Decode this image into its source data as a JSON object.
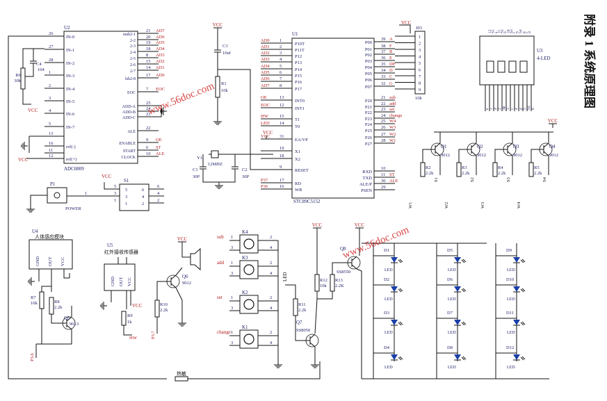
{
  "title": "附录 1  系统原理图",
  "watermark": "www.56doc.com",
  "u2": {
    "ref": "U2",
    "part": "ADC0809",
    "left_pins": [
      {
        "num": "26",
        "name": "IN-0"
      },
      {
        "num": "27",
        "name": "IN-1"
      },
      {
        "num": "28",
        "name": "IN-2"
      },
      {
        "num": "1",
        "name": "IN-3"
      },
      {
        "num": "2",
        "name": "IN-4"
      },
      {
        "num": "3",
        "name": "IN-5"
      },
      {
        "num": "4",
        "name": "IN-6"
      },
      {
        "num": "5",
        "name": "IN-7"
      },
      {
        "num": "13",
        "name": ""
      },
      {
        "num": "16",
        "name": "ref(-)"
      },
      {
        "num": "11",
        "name": ""
      },
      {
        "num": "12",
        "name": "ref(+)"
      }
    ],
    "right_pins": [
      {
        "num": "21",
        "name": "msb2-1",
        "net": "AD7"
      },
      {
        "num": "20",
        "name": "2-2",
        "net": "AD6"
      },
      {
        "num": "19",
        "name": "2-3",
        "net": "AD5"
      },
      {
        "num": "18",
        "name": "2-4",
        "net": "AD4"
      },
      {
        "num": "8",
        "name": "2-5",
        "net": "AD3"
      },
      {
        "num": "15",
        "name": "2-6",
        "net": "AD2"
      },
      {
        "num": "14",
        "name": "2-7",
        "net": "AD1"
      },
      {
        "num": "17",
        "name": "lsb2-8",
        "net": "AD0"
      },
      {
        "num": "7",
        "name": "EOC",
        "net": "EOC"
      },
      {
        "num": "25",
        "name": "ADD-A",
        "net": ""
      },
      {
        "num": "24",
        "name": "ADD-B",
        "net": ""
      },
      {
        "num": "23",
        "name": "ADD-C",
        "net": ""
      },
      {
        "num": "22",
        "name": "ALE",
        "net": ""
      },
      {
        "num": "9",
        "name": "ENABLE",
        "net": "OE"
      },
      {
        "num": "6",
        "name": "START",
        "net": "ST"
      },
      {
        "num": "10",
        "name": "CLOCK",
        "net": "ALE"
      }
    ]
  },
  "u1": {
    "ref": "U1",
    "part": "STC89C5152",
    "left_pins": [
      {
        "net": "AD0",
        "num": "1",
        "name": "P10T"
      },
      {
        "net": "AD1",
        "num": "2",
        "name": "P11T"
      },
      {
        "net": "AD2",
        "num": "3",
        "name": "P12"
      },
      {
        "net": "AD3",
        "num": "4",
        "name": "P13"
      },
      {
        "net": "AD4",
        "num": "5",
        "name": "P14"
      },
      {
        "net": "AD5",
        "num": "6",
        "name": "P15"
      },
      {
        "net": "AD6",
        "num": "7",
        "name": "P16"
      },
      {
        "net": "AD7",
        "num": "8",
        "name": "P17"
      },
      {
        "net": "OE",
        "num": "13",
        "name": "INT0"
      },
      {
        "net": "EOC",
        "num": "12",
        "name": "INT1"
      },
      {
        "net": "HW",
        "num": "15",
        "name": "T1"
      },
      {
        "net": "LED",
        "num": "14",
        "name": "T0"
      },
      {
        "net": "VCC",
        "num": "31",
        "name": "EA/VP"
      },
      {
        "net": "",
        "num": "19",
        "name": "X1"
      },
      {
        "net": "",
        "num": "18",
        "name": "X2"
      },
      {
        "net": "",
        "num": "9",
        "name": "RESET"
      },
      {
        "net": "P37",
        "num": "17",
        "name": "RD"
      },
      {
        "net": "P36",
        "num": "16",
        "name": "WR"
      }
    ],
    "right_pins": [
      {
        "num": "39",
        "name": "P00",
        "net": "A"
      },
      {
        "num": "38",
        "name": "P01",
        "net": "F"
      },
      {
        "num": "37",
        "name": "P02",
        "net": "B"
      },
      {
        "num": "36",
        "name": "P03",
        "net": "E"
      },
      {
        "num": "35",
        "name": "P04",
        "net": "DP"
      },
      {
        "num": "34",
        "name": "P05",
        "net": "D"
      },
      {
        "num": "33",
        "name": "P06",
        "net": "C"
      },
      {
        "num": "32",
        "name": "P07",
        "net": "G"
      },
      {
        "num": "21",
        "name": "P20",
        "net": "sub"
      },
      {
        "num": "22",
        "name": "P21",
        "net": "add"
      },
      {
        "num": "23",
        "name": "P22",
        "net": "set"
      },
      {
        "num": "24",
        "name": "P23",
        "net": "change"
      },
      {
        "num": "25",
        "name": "P24",
        "net": "W4"
      },
      {
        "num": "26",
        "name": "P25",
        "net": "W3"
      },
      {
        "num": "27",
        "name": "P26",
        "net": "W2"
      },
      {
        "num": "28",
        "name": "P27",
        "net": "W1"
      },
      {
        "num": "10",
        "name": "RXD",
        "net": ""
      },
      {
        "num": "11",
        "name": "TXD",
        "net": "ST"
      },
      {
        "num": "30",
        "name": "ALE/P",
        "net": "ALE"
      },
      {
        "num": "29",
        "name": "PSEN",
        "net": ""
      }
    ]
  },
  "j3": {
    "ref": "J03",
    "pins": [
      "1",
      "2",
      "3",
      "4",
      "5",
      "6",
      "7",
      "8",
      "9"
    ],
    "value": "10k"
  },
  "u3": {
    "ref": "U3",
    "part": "4-LED",
    "top_labels": [
      "12",
      "S1",
      "a",
      "11",
      "S2",
      "b",
      "10",
      "S3",
      "f",
      "9",
      "S4",
      "g",
      "c",
      "d"
    ],
    "bottom_labels": [
      "e",
      "1",
      "d",
      "2",
      "dp",
      "3",
      "c",
      "4",
      "g",
      "5",
      "S4",
      "6"
    ]
  },
  "transistors": [
    {
      "ref": "Q1",
      "part": "9012",
      "res": "R2",
      "res_val": "2.2k",
      "net": "S1",
      "drive": "W1"
    },
    {
      "ref": "Q2",
      "part": "9012",
      "res": "R3",
      "res_val": "2.2k",
      "net": "S2",
      "drive": "W2"
    },
    {
      "ref": "Q3",
      "part": "9012",
      "res": "R4",
      "res_val": "2.2k",
      "net": "S3",
      "drive": "W3"
    },
    {
      "ref": "Q4",
      "part": "9012",
      "res": "R5",
      "res_val": "2.2k",
      "net": "S4",
      "drive": "W4"
    }
  ],
  "crystal": {
    "ref": "Y1",
    "value": "12MHZ",
    "c1": "C1",
    "c1v": "30P",
    "c2": "C2",
    "c2v": "30P"
  },
  "c3": {
    "ref": "C3",
    "value": "10uf"
  },
  "r1": {
    "ref": "R1",
    "value": "10k"
  },
  "r6": {
    "ref": "R6",
    "value": "30k"
  },
  "c4": {
    "ref": "C4",
    "value": "104"
  },
  "vcc": "VCC",
  "power": {
    "ref": "P1",
    "label": "POWER",
    "s1": "S1",
    "pins_l": [
      "5",
      "3",
      "1"
    ],
    "pins_r": [
      "6",
      "4",
      "2"
    ],
    "s1_outer": [
      "6",
      "4",
      "2"
    ]
  },
  "u4": {
    "ref": "U4",
    "title": "人体感应模块",
    "pins": [
      "GND",
      "OUT",
      "VCC"
    ],
    "r7": "R7",
    "r7v": "10k",
    "r8": "R8",
    "r8v": "2.2k",
    "q5": "Q5",
    "q5p": "9013",
    "net": "P3.6"
  },
  "u5": {
    "ref": "U5",
    "title": "红外接收传感器",
    "pins": [
      "GND",
      "OUT",
      "VCC"
    ],
    "r9": "R9",
    "r9v": "1k",
    "net": "HW"
  },
  "buzzer": {
    "ref": "Q6",
    "part": "9012",
    "r": "R10",
    "rv": "2.2k",
    "net": "P3.7"
  },
  "keys": [
    {
      "ref": "K4",
      "label": "sub",
      "p": [
        "1",
        "2",
        "3",
        "4"
      ]
    },
    {
      "ref": "K3",
      "label": "add",
      "p": [
        "1",
        "2",
        "3",
        "4"
      ]
    },
    {
      "ref": "K2",
      "label": "set",
      "p": [
        "1",
        "2",
        "3",
        "4"
      ]
    },
    {
      "ref": "K1",
      "label": "change",
      "p": [
        "1",
        "2",
        "3",
        "4"
      ]
    }
  ],
  "led_drive": {
    "r11": "R11",
    "r11v": "2.2k",
    "q7": "Q7",
    "q7p": "SS8050",
    "net": "LED",
    "r12": "R12",
    "r12v": "10k",
    "r13": "R13",
    "r13v": "2.2K",
    "q8": "Q8",
    "q8p": "SS8550"
  },
  "leds": [
    [
      "D1",
      "D5",
      "D9"
    ],
    [
      "D2",
      "D6",
      "D10"
    ],
    [
      "D3",
      "D7",
      "D11"
    ],
    [
      "D4",
      "D8",
      "D12"
    ]
  ],
  "led_label": "LED",
  "thermistor": "热敏"
}
